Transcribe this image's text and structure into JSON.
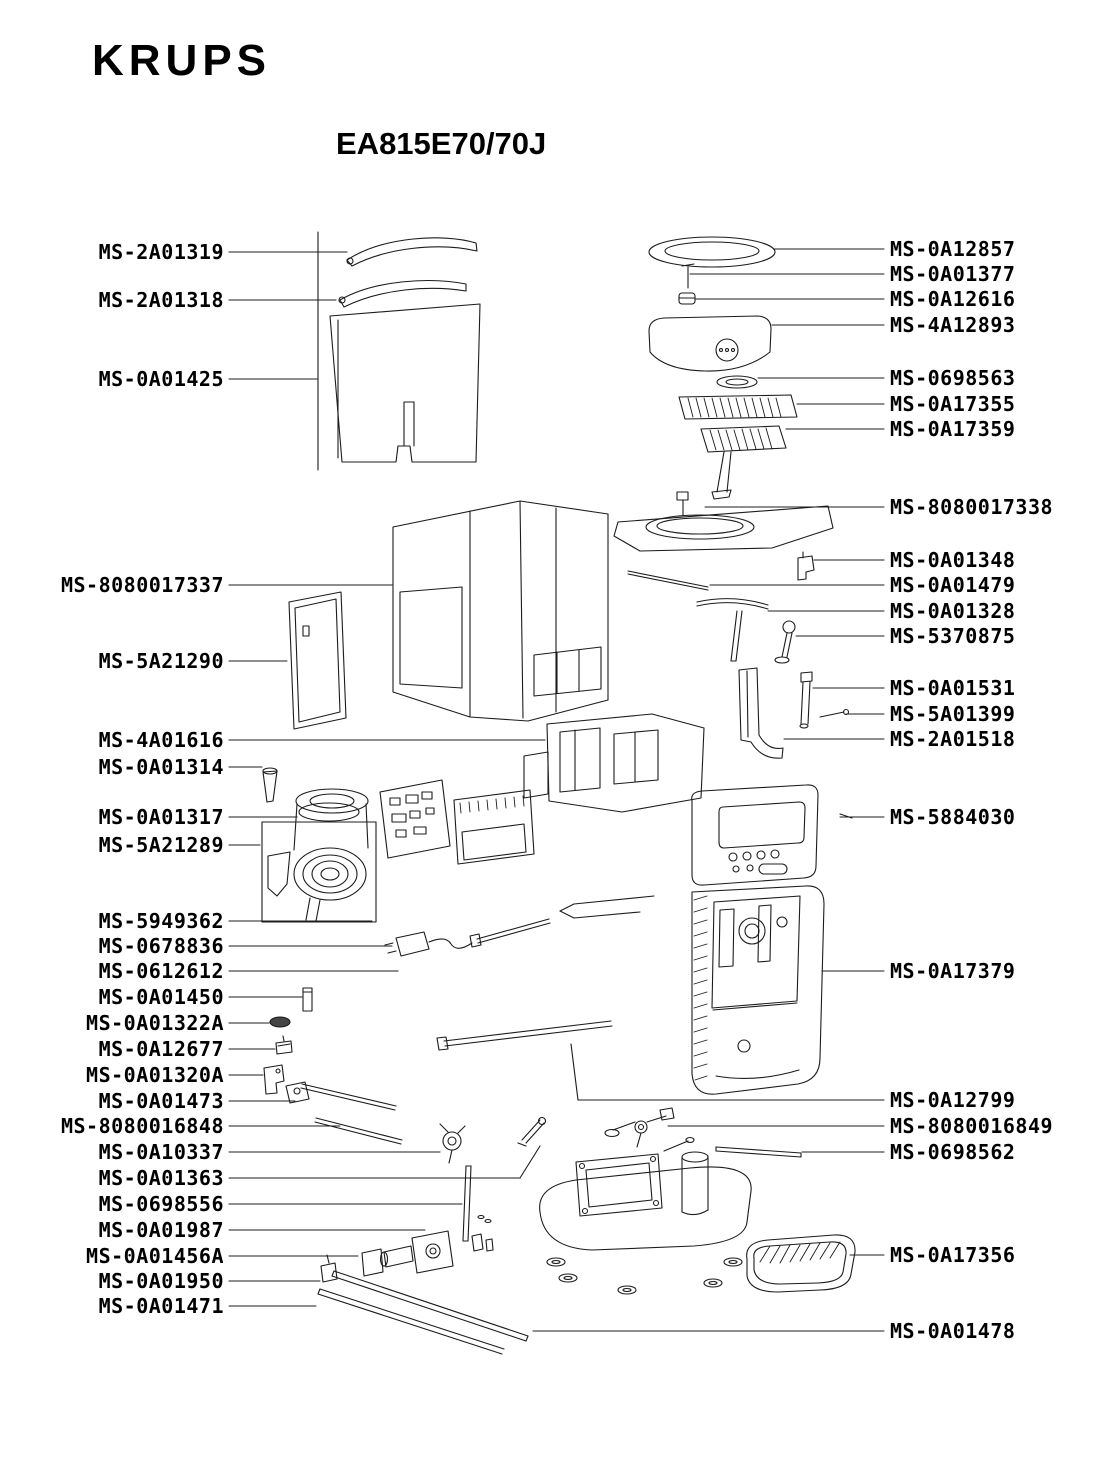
{
  "brand": "KRUPS",
  "model": "EA815E70/70J",
  "colors": {
    "ink": "#1c1c1c",
    "background": "#ffffff"
  },
  "left_labels": [
    "MS-2A01319",
    "MS-2A01318",
    "MS-0A01425",
    "MS-8080017337",
    "MS-5A21290",
    "MS-4A01616",
    "MS-0A01314",
    "MS-0A01317",
    "MS-5A21289",
    "MS-5949362",
    "MS-0678836",
    "MS-0612612",
    "MS-0A01450",
    "MS-0A01322A",
    "MS-0A12677",
    "MS-0A01320A",
    "MS-0A01473",
    "MS-8080016848",
    "MS-0A10337",
    "MS-0A01363",
    "MS-0698556",
    "MS-0A01987",
    "MS-0A01456A",
    "MS-0A01950",
    "MS-0A01471"
  ],
  "right_labels": [
    "MS-0A12857",
    "MS-0A01377",
    "MS-0A12616",
    "MS-4A12893",
    "MS-0698563",
    "MS-0A17355",
    "MS-0A17359",
    "MS-8080017338",
    "MS-0A01348",
    "MS-0A01479",
    "MS-0A01328",
    "MS-5370875",
    "MS-0A01531",
    "MS-5A01399",
    "MS-2A01518",
    "MS-5884030",
    "MS-0A17379",
    "MS-0A12799",
    "MS-8080016849",
    "MS-0698562",
    "MS-0A17356",
    "MS-0A01478"
  ]
}
